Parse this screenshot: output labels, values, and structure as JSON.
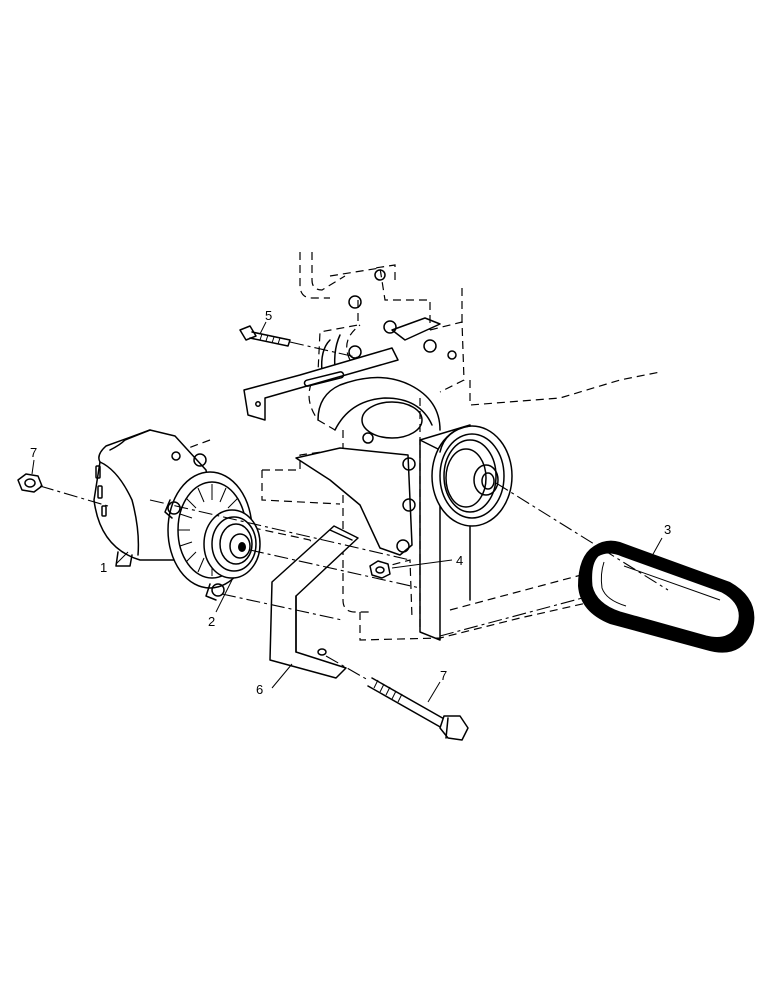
{
  "callouts": {
    "alternator": "1",
    "pulley": "2",
    "belt": "3",
    "nut_4": "4",
    "bolt_5": "5",
    "bracket": "6",
    "nut_7": "7",
    "bolt_7": "7"
  }
}
